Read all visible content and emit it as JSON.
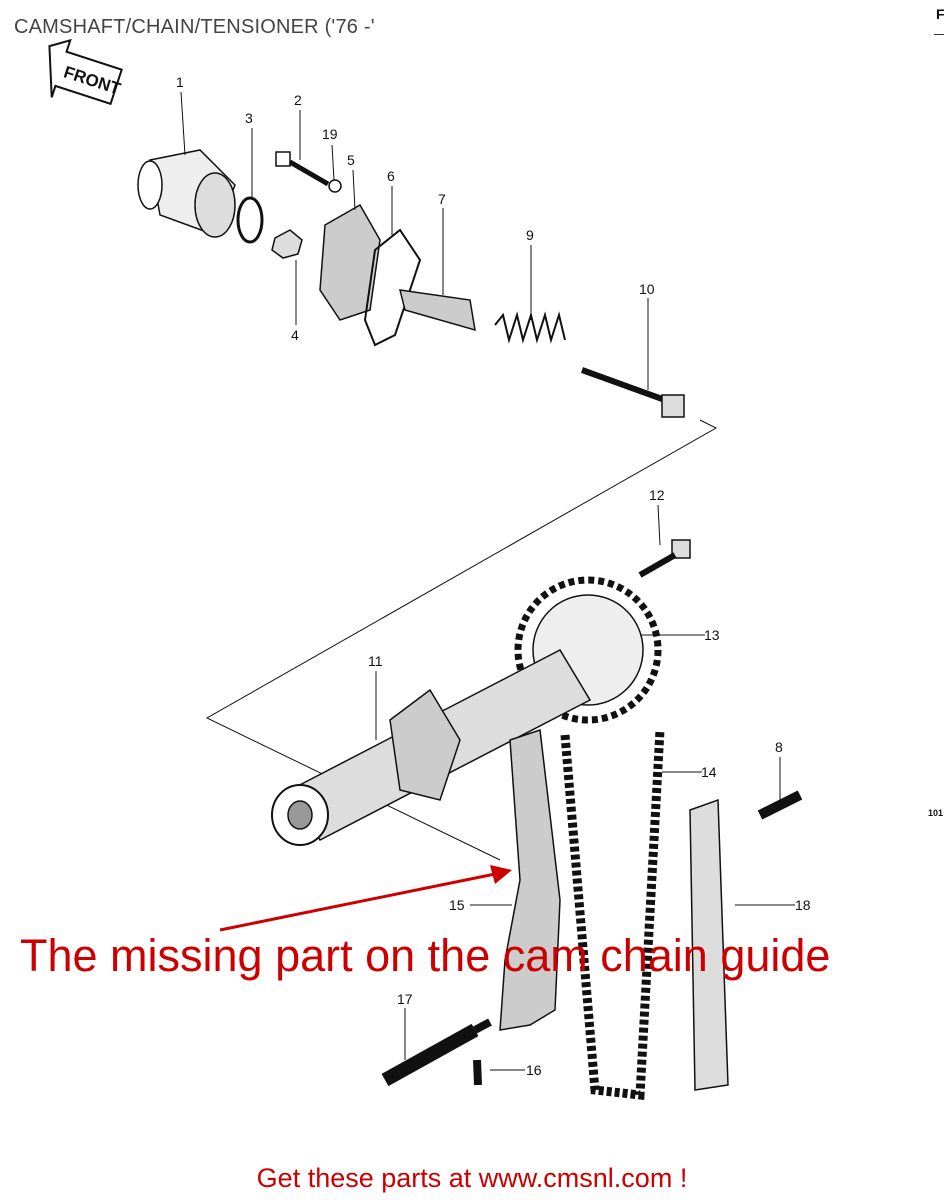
{
  "title": "CAMSHAFT/CHAIN/TENSIONER ('76 -'",
  "edge_fragment_top": "F",
  "edge_fragment_side": "101",
  "front_arrow": "FRONT",
  "callouts": {
    "p1": "1",
    "p2": "2",
    "p3": "3",
    "p4": "4",
    "p5": "5",
    "p6": "6",
    "p7": "7",
    "p8": "8",
    "p9": "9",
    "p10": "10",
    "p11": "11",
    "p12": "12",
    "p13": "13",
    "p14": "14",
    "p15": "15",
    "p16": "16",
    "p17": "17",
    "p18": "18",
    "p19": "19"
  },
  "annotation": "The missing part on the cam chain guide",
  "footer": "Get these parts at www.cmsnl.com !",
  "colors": {
    "accent": "#cc0000"
  }
}
